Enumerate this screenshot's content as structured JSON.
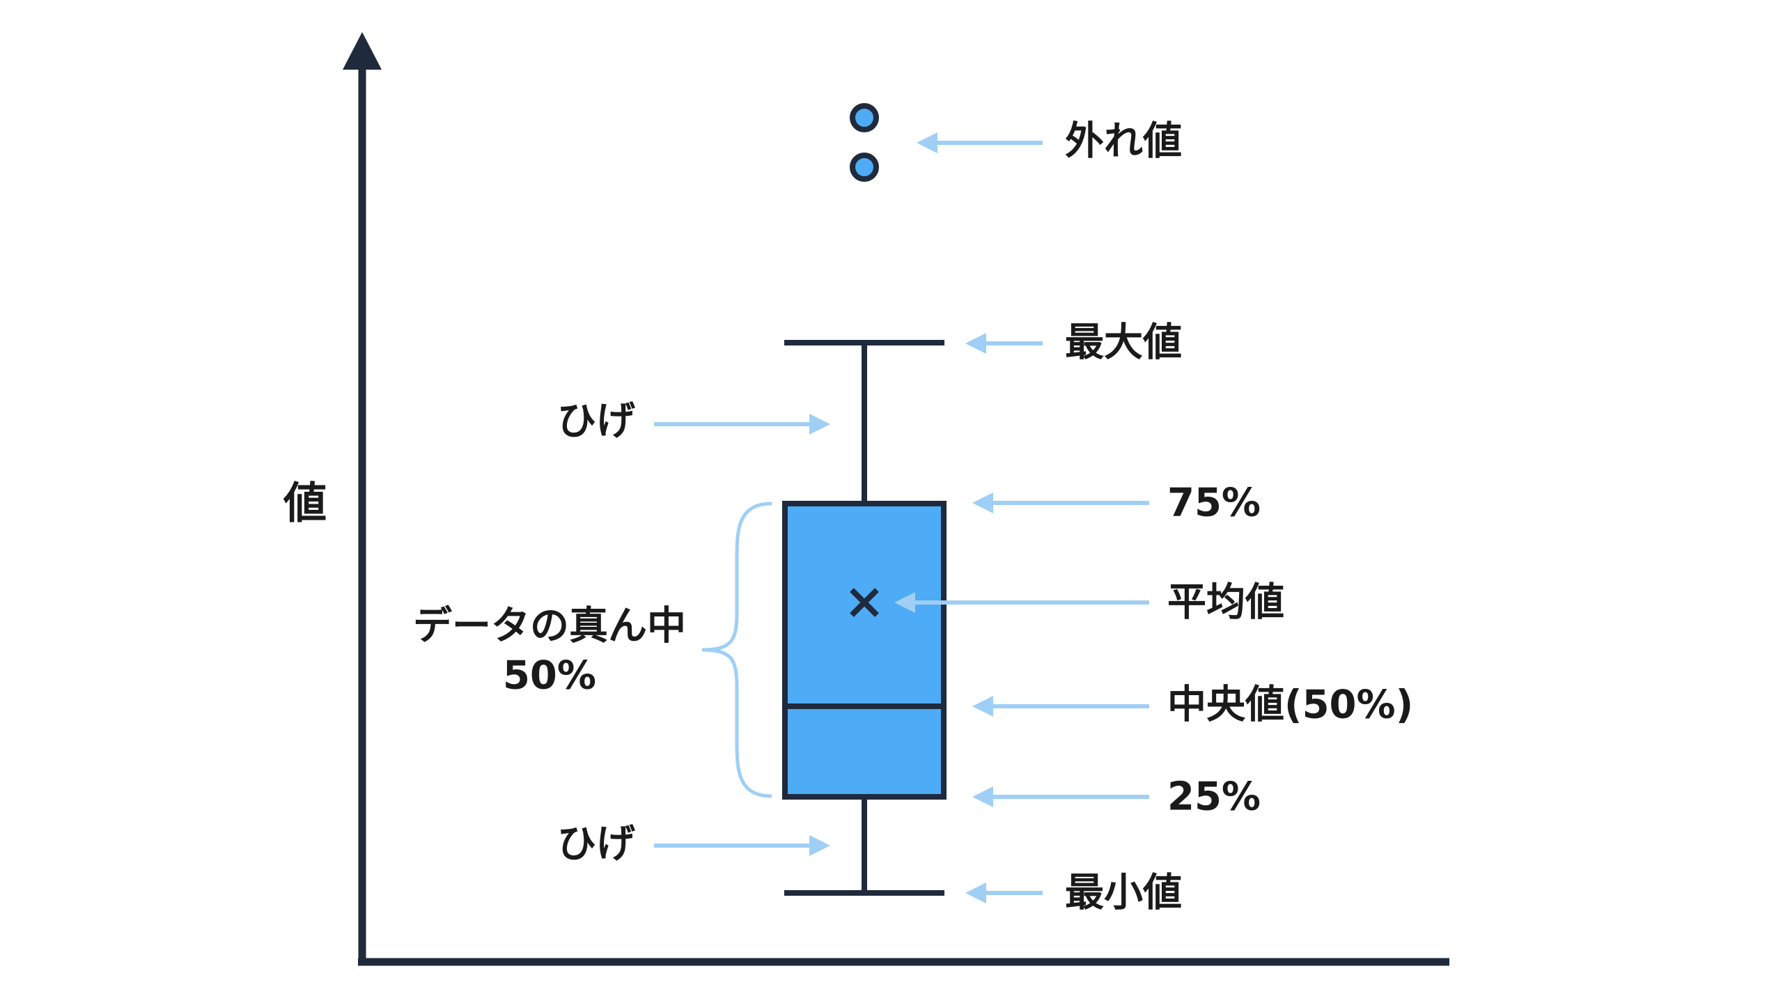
{
  "title": "箱ひげ図の見方",
  "axis": {
    "y_label": "値"
  },
  "labels": {
    "outlier": "外れ値",
    "max": "最大値",
    "whisker_upper": "ひげ",
    "q3": "75%",
    "mean": "平均値",
    "median": "中央値(50%)",
    "q1": "25%",
    "whisker_lower": "ひげ",
    "min": "最小値",
    "middle_line1": "データの真ん中",
    "middle_line2": "50%"
  },
  "colors": {
    "box": "#4eabf5",
    "line": "#1f2a3c",
    "arrow": "#9fcff5"
  }
}
